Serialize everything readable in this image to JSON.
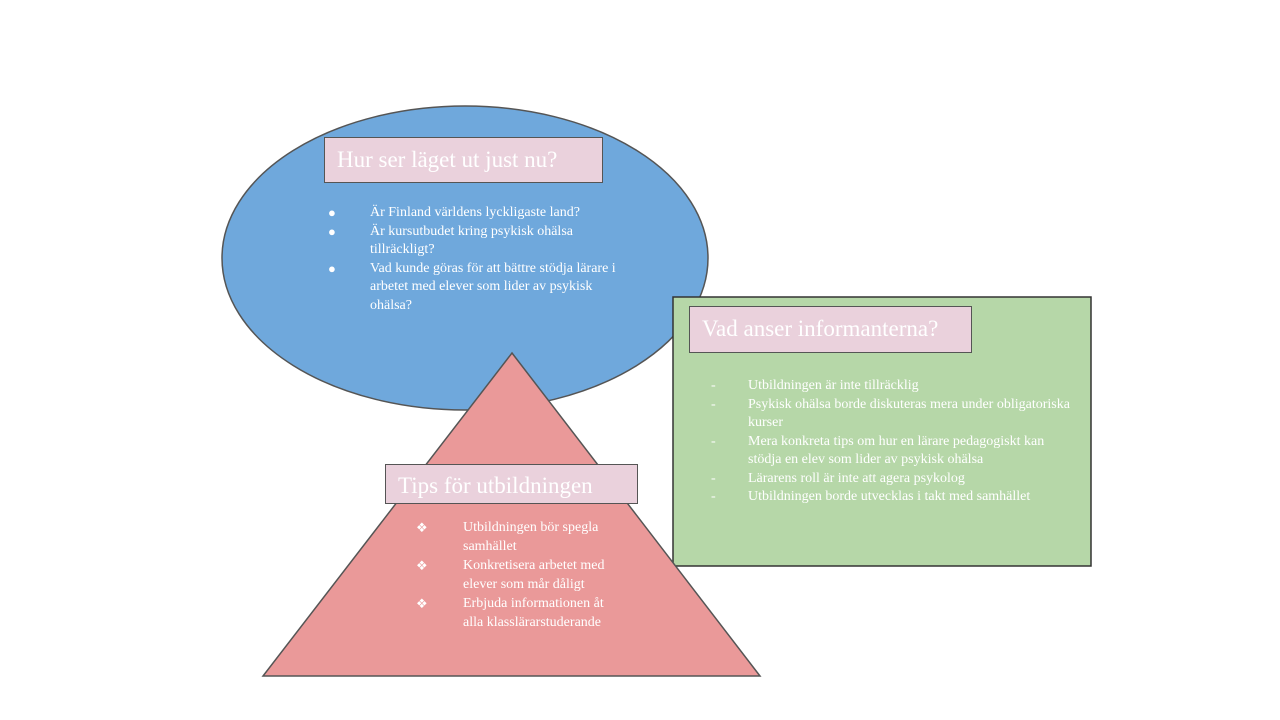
{
  "colors": {
    "oval_fill": "#6fa8dc",
    "triangle_fill": "#ea9999",
    "rect_fill": "#b6d7a8",
    "title_fill": "#ead1dc",
    "text": "#ffffff"
  },
  "oval": {
    "title": "Hur ser läget ut just nu?",
    "bullet": "●",
    "items": [
      "Är Finland världens lyckligaste land?",
      "Är kursutbudet kring psykisk ohälsa tillräckligt?",
      "Vad kunde göras för att bättre stödja lärare i arbetet med elever som lider av psykisk ohälsa?"
    ]
  },
  "rect": {
    "title": "Vad anser informanterna?",
    "bullet": "-",
    "items": [
      "Utbildningen är inte tillräcklig",
      "Psykisk ohälsa borde diskuteras mera under obligatoriska kurser",
      "Mera konkreta tips om hur en lärare pedagogiskt kan stödja en elev som lider av psykisk ohälsa",
      "Lärarens roll är inte att agera psykolog",
      "Utbildningen borde utvecklas i takt med samhället"
    ]
  },
  "triangle": {
    "title": "Tips för utbildningen",
    "bullet": "❖",
    "items": [
      "Utbildningen bör spegla samhället",
      "Konkretisera arbetet med elever som mår dåligt",
      "Erbjuda informationen åt alla klasslärarstuderande"
    ]
  }
}
